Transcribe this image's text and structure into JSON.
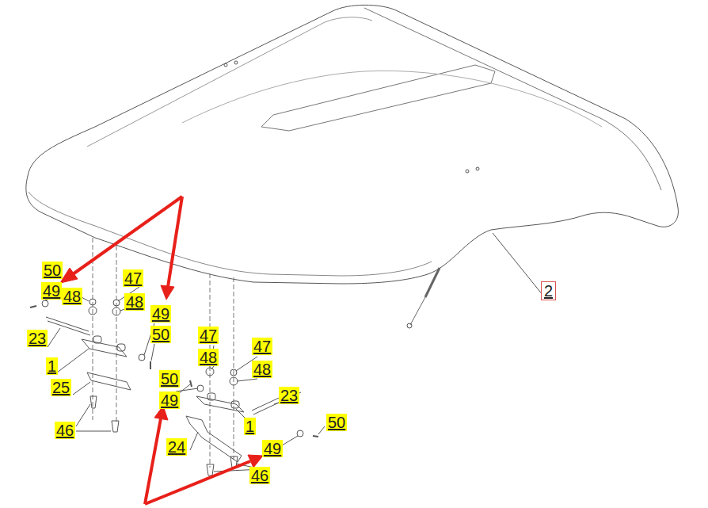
{
  "diagram": {
    "nodes": [
      {
        "text": [
          "2"
        ]
      }
    ],
    "labels": [
      "50",
      "49",
      "48",
      "47",
      "48",
      "23",
      "49",
      "50",
      "47",
      "48",
      "47",
      "48",
      "1",
      "25",
      "46",
      "50",
      "49",
      "23",
      "1",
      "50",
      "24",
      "49",
      "46"
    ]
  }
}
